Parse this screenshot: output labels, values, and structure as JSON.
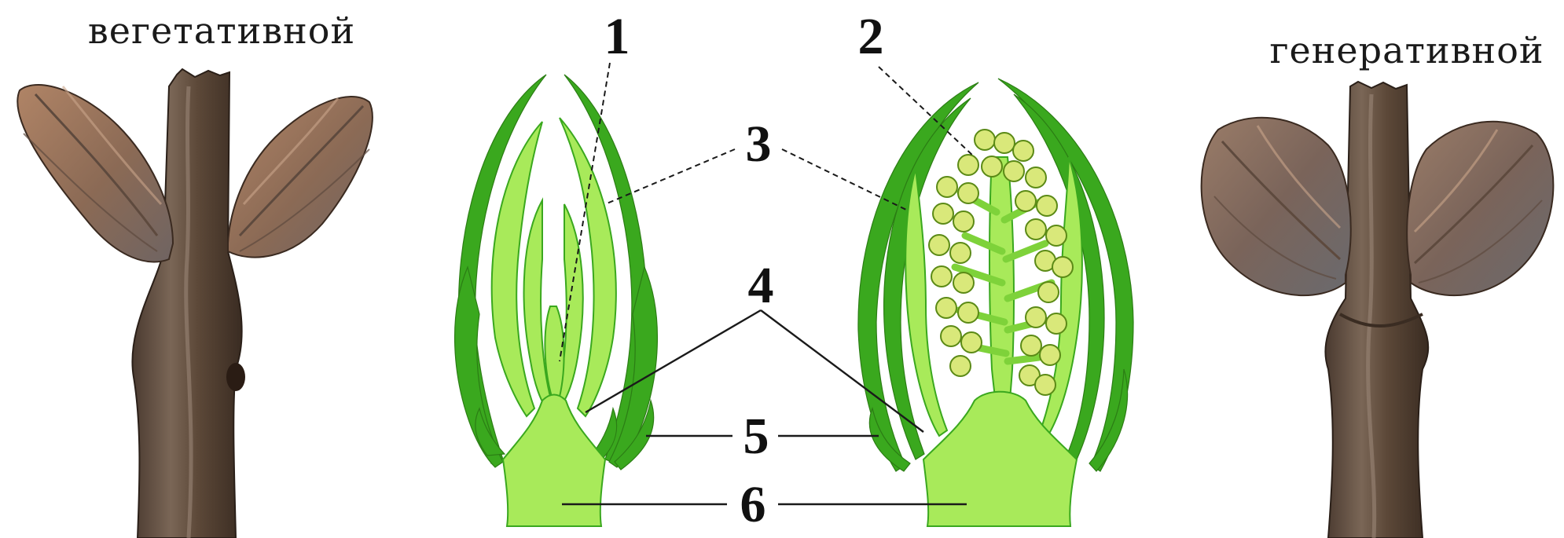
{
  "captions": {
    "vegetative": "вегетативной",
    "generative": "генеративной"
  },
  "labels": {
    "l1": "1",
    "l2": "2",
    "l3": "3",
    "l4": "4",
    "l5": "5",
    "l6": "6"
  },
  "colors": {
    "scale_green": "#3aa81e",
    "tissue_green": "#a8ea5a",
    "flower_bud_yellow": "#d9e87a",
    "bark_brown": "#6a5040"
  },
  "icons": {
    "left_photo": "vegetative-bud-twig-illustration",
    "right_photo": "generative-bud-twig-illustration"
  }
}
